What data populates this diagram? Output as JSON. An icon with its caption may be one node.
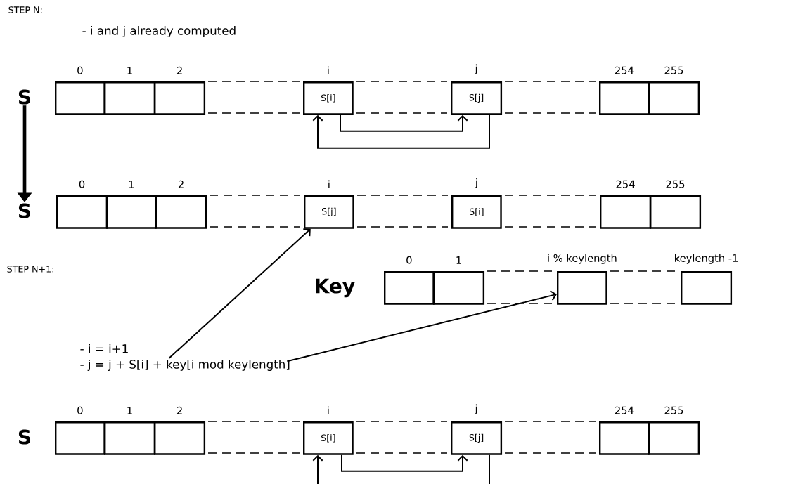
{
  "diagram": {
    "nodes": [
      {
        "text": [
          "S"
        ]
      },
      {
        "text": [],
        "shape": "box",
        "beside": [
          "0"
        ]
      },
      {
        "text": [],
        "shape": "box",
        "beside": [
          "1"
        ]
      },
      {
        "text": [],
        "shape": "box",
        "beside": [
          "2"
        ]
      },
      {
        "text": [
          "S[i]"
        ],
        "beside": [
          "i"
        ]
      },
      {
        "text": [
          "S[j]"
        ],
        "beside": [
          "j"
        ]
      },
      {
        "text": [],
        "shape": "box",
        "beside": [
          "254"
        ]
      },
      {
        "text": [],
        "shape": "box",
        "beside": [
          "255"
        ]
      },
      {
        "text": [
          "S"
        ]
      },
      {
        "text": [],
        "shape": "box",
        "beside": [
          "0"
        ]
      },
      {
        "text": [],
        "shape": "box",
        "beside": [
          "1"
        ]
      },
      {
        "text": [],
        "shape": "box",
        "beside": [
          "2"
        ]
      },
      {
        "text": [
          "S[j]"
        ],
        "beside": [
          "i"
        ]
      },
      {
        "text": [
          "S[i]"
        ],
        "beside": [
          "j"
        ]
      },
      {
        "text": [],
        "shape": "box",
        "beside": [
          "254"
        ]
      },
      {
        "text": [],
        "shape": "box",
        "beside": [
          "255"
        ]
      },
      {
        "text": [],
        "shape": "box",
        "beside": [
          "0"
        ]
      },
      {
        "text": [],
        "shape": "box",
        "beside": [
          "1"
        ]
      },
      {
        "text": [],
        "shape": "box",
        "beside": [
          "i % keylength"
        ]
      },
      {
        "text": [],
        "shape": "box",
        "beside": [
          "keylength -1"
        ]
      },
      {
        "text": [
          "- i = i+1"
        ]
      },
      {
        "text": [
          "- j = j + S[i] + key[i mod keylength]"
        ]
      },
      {
        "text": [],
        "shape": "box",
        "beside": [
          "0"
        ]
      },
      {
        "text": [],
        "shape": "box",
        "beside": [
          "1"
        ]
      },
      {
        "text": [],
        "shape": "box",
        "beside": [
          "2"
        ]
      },
      {
        "text": [
          "S[i]"
        ],
        "beside": [
          "i"
        ]
      },
      {
        "text": [
          "S[j]"
        ],
        "beside": [
          "j"
        ]
      },
      {
        "text": [],
        "shape": "box",
        "beside": [
          "254"
        ]
      },
      {
        "text": [],
        "shape": "box",
        "beside": [
          "255"
        ]
      }
    ],
    "edges": [
      {
        "from": 0,
        "to": 8,
        "arrow": "to",
        "style": "thick"
      },
      {
        "from": 4,
        "to": 5,
        "arrow": "to"
      },
      {
        "from": 5,
        "to": 4,
        "arrow": "to"
      },
      {
        "from": 21,
        "to": 12,
        "arrow": "to"
      },
      {
        "from": 21,
        "to": 18,
        "arrow": "to"
      },
      {
        "from": 25,
        "to": 26,
        "arrow": "to"
      },
      {
        "from": 26,
        "to": 25,
        "arrow": "to"
      }
    ],
    "labels": [
      "STEP N:",
      "- i and j already computed",
      "STEP N+1:",
      "Key",
      "S"
    ]
  }
}
